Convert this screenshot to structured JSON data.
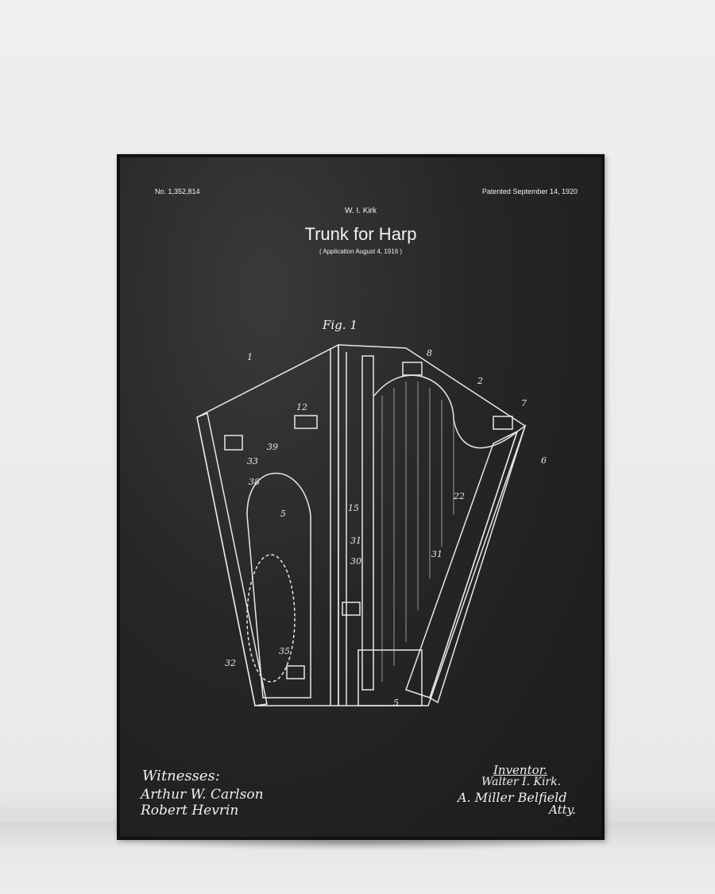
{
  "poster": {
    "patent_number": "No. 1,352,814",
    "patent_date": "Patented September 14, 1920",
    "inventor": "W. I. Kirk",
    "title": "Trunk for Harp",
    "application": "( Application  August 4, 1916 )",
    "figure_label": "Fig. 1",
    "witnesses_label": "Witnesses:",
    "witness_signatures": [
      "Arthur W. Carlson",
      "Robert Hevrin"
    ],
    "inventor_label": "Inventor.",
    "inventor_name": "Walter I. Kirk.",
    "attorney_signature": "A. Miller Belfield",
    "attorney_label": "Atty."
  }
}
